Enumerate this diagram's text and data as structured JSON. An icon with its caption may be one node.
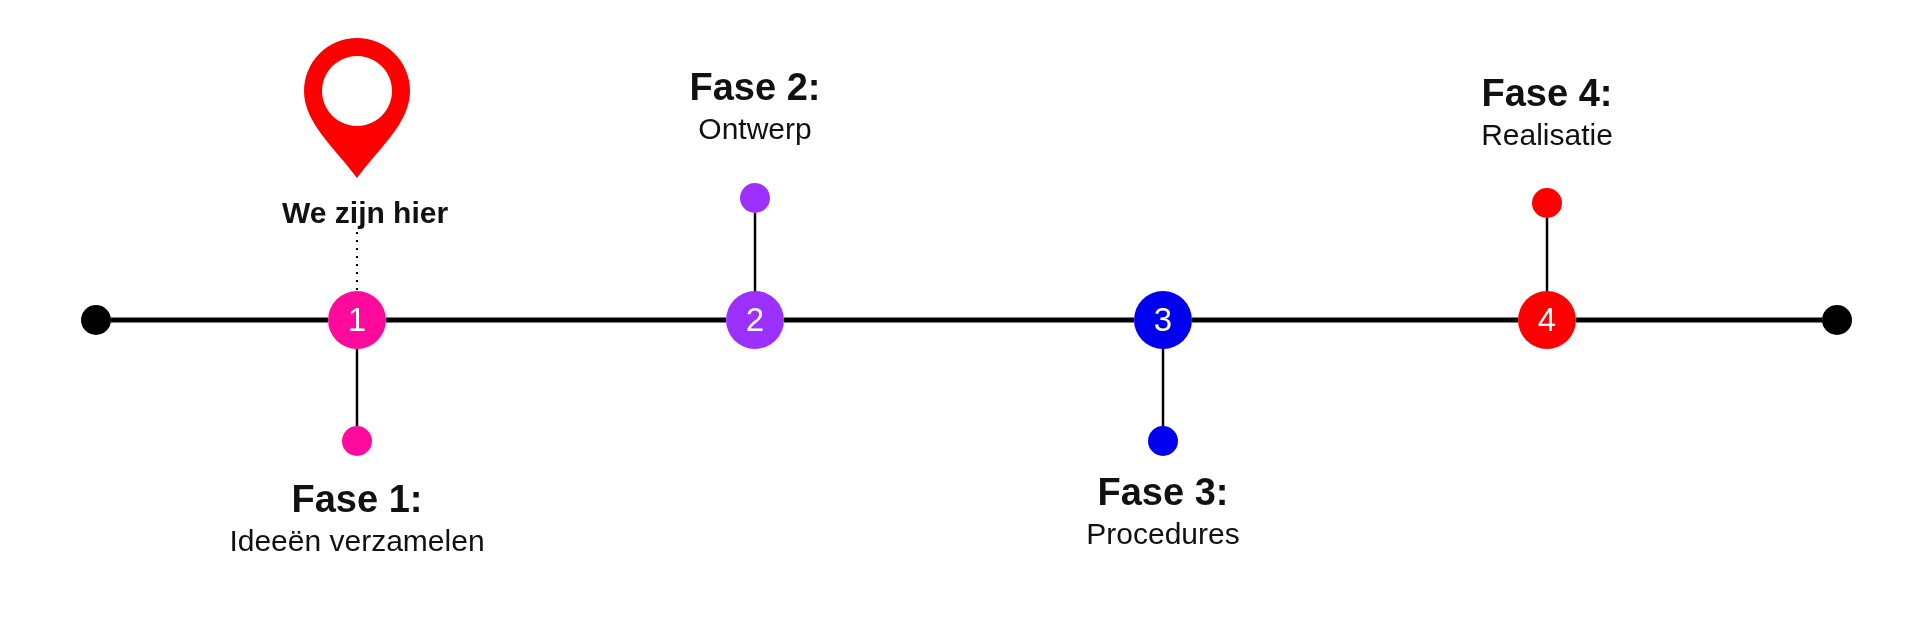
{
  "diagram": {
    "nodes": [
      {
        "text": [],
        "shape": "circle"
      },
      {
        "text": [
          "1"
        ]
      },
      {
        "text": [
          "2"
        ]
      },
      {
        "text": [
          "3"
        ]
      },
      {
        "text": [
          "4"
        ]
      },
      {
        "text": [],
        "shape": "circle"
      },
      {
        "text": [],
        "shape": "circle",
        "beside": [
          "Fase 1:",
          "Ideeën verzamelen"
        ]
      },
      {
        "text": [],
        "shape": "circle",
        "beside": [
          "Fase 2:",
          "Ontwerp"
        ]
      },
      {
        "text": [],
        "shape": "circle",
        "beside": [
          "Fase 3:",
          "Procedures"
        ]
      },
      {
        "text": [],
        "shape": "circle",
        "beside": [
          "Fase 4:",
          "Realisatie"
        ]
      },
      {
        "text": [
          "We zijn hier"
        ]
      }
    ],
    "edges": [
      {
        "from": 0,
        "to": 1,
        "arrow": "none"
      },
      {
        "from": 1,
        "to": 2,
        "arrow": "none"
      },
      {
        "from": 2,
        "to": 3,
        "arrow": "none"
      },
      {
        "from": 3,
        "to": 4,
        "arrow": "none"
      },
      {
        "from": 4,
        "to": 5,
        "arrow": "none"
      },
      {
        "from": 1,
        "to": 6,
        "arrow": "none"
      },
      {
        "from": 2,
        "to": 7,
        "arrow": "none"
      },
      {
        "from": 3,
        "to": 8,
        "arrow": "none"
      },
      {
        "from": 4,
        "to": 9,
        "arrow": "none"
      },
      {
        "from": 10,
        "to": 1,
        "arrow": "none",
        "style": "dashed"
      }
    ]
  }
}
